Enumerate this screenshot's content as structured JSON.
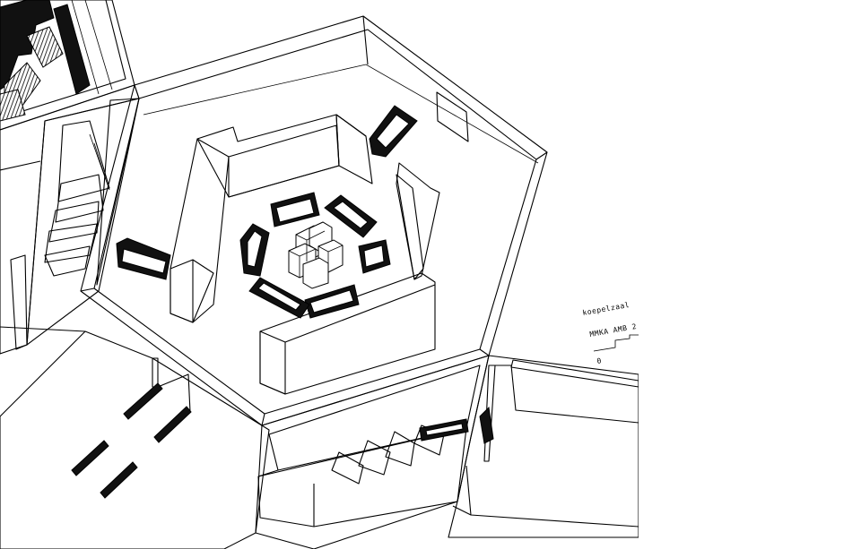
{
  "legend": {
    "room_name": "koepelzaal",
    "project_code": "MMKA AMB 2",
    "scale_zero": "0"
  }
}
